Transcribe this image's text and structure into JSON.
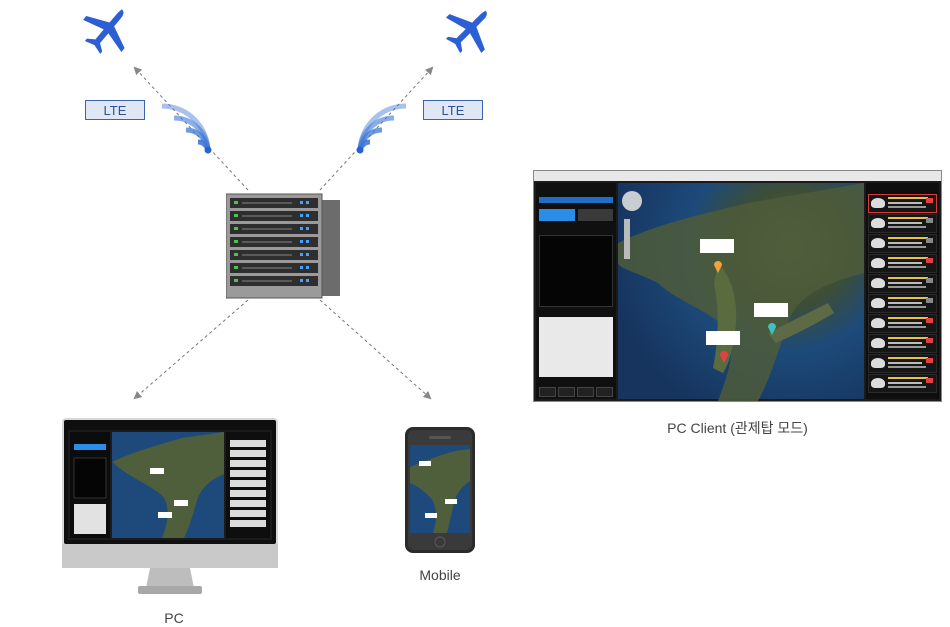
{
  "labels": {
    "lte_left": "LTE",
    "lte_right": "LTE",
    "pc_client_caption": "PC Client (관제탑 모드)",
    "pc_caption": "PC",
    "mobile_caption": "Mobile"
  },
  "colors": {
    "plane_blue": "#2c5fd3",
    "signal_blue": "#3f78d6",
    "lte_fill": "#dfe7f5",
    "lte_border": "#3c63b0"
  },
  "icons": [
    "airplane-icon",
    "wifi-signal-icon",
    "server-icon",
    "monitor-icon",
    "smartphone-icon"
  ]
}
